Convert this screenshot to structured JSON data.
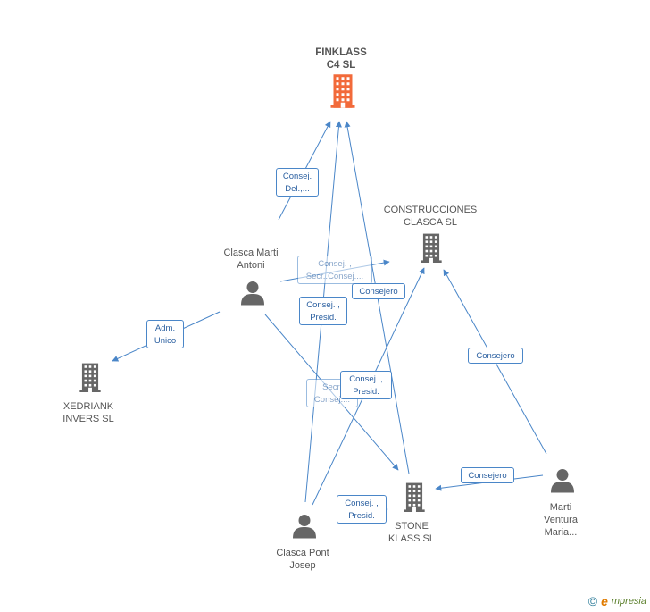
{
  "colors": {
    "edge": "#4a86c8",
    "main_building": "#f26a3a",
    "building": "#666666",
    "person": "#666666"
  },
  "nodes": [
    {
      "id": "finklass",
      "label": "FINKLASS\nC4 SL",
      "type": "building",
      "main": true
    },
    {
      "id": "construcciones",
      "label": "CONSTRUCCIONES\nCLASCA SL",
      "type": "building"
    },
    {
      "id": "xedriank",
      "label": "XEDRIANK\nINVERS SL",
      "type": "building"
    },
    {
      "id": "stone",
      "label": "STONE\nKLASS SL",
      "type": "building"
    },
    {
      "id": "clasca_marti",
      "label": "Clasca Marti\nAntoni",
      "type": "person"
    },
    {
      "id": "clasca_pont",
      "label": "Clasca Pont\nJosep",
      "type": "person"
    },
    {
      "id": "marti_ventura",
      "label": "Marti\nVentura\nMaria...",
      "type": "person"
    }
  ],
  "edges": [
    {
      "from": "clasca_marti",
      "to": "finklass",
      "label": "Consej.\nDel.,..."
    },
    {
      "from": "clasca_marti",
      "to": "construcciones",
      "label": "Consej. ,\nSecr..Consej...."
    },
    {
      "from": "clasca_marti",
      "to": "xedriank",
      "label": "Adm.\nUnico"
    },
    {
      "from": "clasca_marti",
      "to": "stone",
      "label": "Secr.\nConsej...."
    },
    {
      "from": "clasca_pont",
      "to": "finklass",
      "label": "Consej. ,\nPresid."
    },
    {
      "from": "clasca_pont",
      "to": "construcciones",
      "label": "Consej. ,\nPresid."
    },
    {
      "from": "clasca_pont",
      "to": "stone",
      "label": "Consej. ,\nPresid."
    },
    {
      "from": "stone",
      "to": "finklass",
      "label": "Consejero"
    },
    {
      "from": "marti_ventura",
      "to": "construcciones",
      "label": "Consejero"
    },
    {
      "from": "marti_ventura",
      "to": "stone",
      "label": "Consejero"
    }
  ],
  "brand": {
    "copyright": "©",
    "name_initial": "e",
    "name_rest": "mpresia"
  }
}
